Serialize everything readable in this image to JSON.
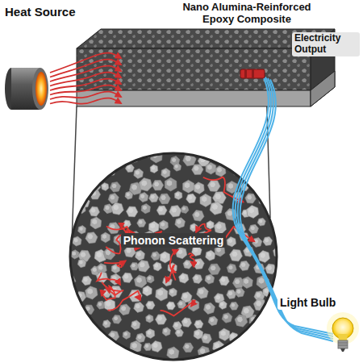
{
  "diagram": {
    "labels": [
      "Heat Source",
      "Nano Alumina-Reinforced Epoxy Composite",
      "Electricity Output",
      "Phonon Scattering",
      "Light Bulb"
    ]
  }
}
